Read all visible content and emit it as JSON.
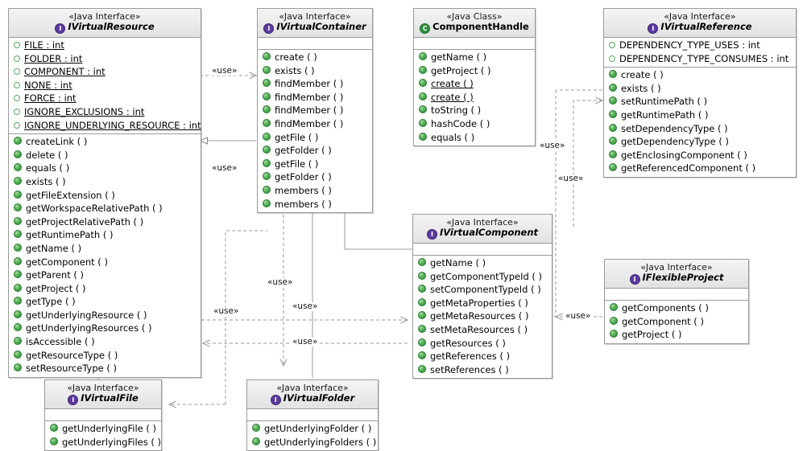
{
  "diagram": {
    "type": "uml-class-diagram",
    "use_label": "«use»",
    "stereotype_interface": "«Java Interface»",
    "stereotype_class": "«Java Class»",
    "icon_interface": "I",
    "icon_class": "C",
    "colors": {
      "background": "#ffffff",
      "header_gradient_top": "#f4f4f4",
      "header_gradient_bottom": "#e2e2e2",
      "border": "#9a9a9a",
      "interface_icon": "#5b3a9e",
      "class_icon": "#2f8f3f",
      "method_dot": "#2e8a3a",
      "field_dot_outline": "#5aa85f",
      "edge": "#8a8a8a"
    }
  },
  "classes": [
    {
      "id": "ivirtualresource",
      "stereotype": "«Java Interface»",
      "name": "IVirtualResource",
      "kind": "interface",
      "fields": [
        {
          "label": "FILE : int",
          "static": true
        },
        {
          "label": "FOLDER : int",
          "static": true
        },
        {
          "label": "COMPONENT : int",
          "static": true
        },
        {
          "label": "NONE : int",
          "static": true
        },
        {
          "label": "FORCE : int",
          "static": true
        },
        {
          "label": "IGNORE_EXCLUSIONS : int",
          "static": true
        },
        {
          "label": "IGNORE_UNDERLYING_RESOURCE : int",
          "static": true
        }
      ],
      "methods": [
        {
          "label": "createLink ( )",
          "static": false
        },
        {
          "label": "delete ( )",
          "static": false
        },
        {
          "label": "equals ( )",
          "static": false
        },
        {
          "label": "exists ( )",
          "static": false
        },
        {
          "label": "getFileExtension ( )",
          "static": false
        },
        {
          "label": "getWorkspaceRelativePath ( )",
          "static": false
        },
        {
          "label": "getProjectRelativePath ( )",
          "static": false
        },
        {
          "label": "getRuntimePath ( )",
          "static": false
        },
        {
          "label": "getName ( )",
          "static": false
        },
        {
          "label": "getComponent ( )",
          "static": false
        },
        {
          "label": "getParent ( )",
          "static": false
        },
        {
          "label": "getProject ( )",
          "static": false
        },
        {
          "label": "getType ( )",
          "static": false
        },
        {
          "label": "getUnderlyingResource ( )",
          "static": false
        },
        {
          "label": "getUnderlyingResources ( )",
          "static": false
        },
        {
          "label": "isAccessible ( )",
          "static": false
        },
        {
          "label": "getResourceType ( )",
          "static": false
        },
        {
          "label": "setResourceType ( )",
          "static": false
        }
      ]
    },
    {
      "id": "ivirtualcontainer",
      "stereotype": "«Java Interface»",
      "name": "IVirtualContainer",
      "kind": "interface",
      "fields": [],
      "methods": [
        {
          "label": "create ( )",
          "static": false
        },
        {
          "label": "exists ( )",
          "static": false
        },
        {
          "label": "findMember ( )",
          "static": false
        },
        {
          "label": "findMember ( )",
          "static": false
        },
        {
          "label": "findMember ( )",
          "static": false
        },
        {
          "label": "findMember ( )",
          "static": false
        },
        {
          "label": "getFile ( )",
          "static": false
        },
        {
          "label": "getFolder ( )",
          "static": false
        },
        {
          "label": "getFile ( )",
          "static": false
        },
        {
          "label": "getFolder ( )",
          "static": false
        },
        {
          "label": "members ( )",
          "static": false
        },
        {
          "label": "members ( )",
          "static": false
        }
      ]
    },
    {
      "id": "componenthandle",
      "stereotype": "«Java Class»",
      "name": "ComponentHandle",
      "kind": "class",
      "fields": [],
      "methods": [
        {
          "label": "getName ( )",
          "static": false
        },
        {
          "label": "getProject ( )",
          "static": false
        },
        {
          "label": "create ( )",
          "static": true
        },
        {
          "label": "create ( )",
          "static": true
        },
        {
          "label": "toString ( )",
          "static": false
        },
        {
          "label": "hashCode ( )",
          "static": false
        },
        {
          "label": "equals ( )",
          "static": false
        }
      ]
    },
    {
      "id": "ivirtualreference",
      "stereotype": "«Java Interface»",
      "name": "IVirtualReference",
      "kind": "interface",
      "fields": [
        {
          "label": "DEPENDENCY_TYPE_USES : int",
          "static": false
        },
        {
          "label": "DEPENDENCY_TYPE_CONSUMES : int",
          "static": false
        }
      ],
      "methods": [
        {
          "label": "create ( )",
          "static": false
        },
        {
          "label": "exists ( )",
          "static": false
        },
        {
          "label": "setRuntimePath ( )",
          "static": false
        },
        {
          "label": "getRuntimePath ( )",
          "static": false
        },
        {
          "label": "setDependencyType ( )",
          "static": false
        },
        {
          "label": "getDependencyType ( )",
          "static": false
        },
        {
          "label": "getEnclosingComponent ( )",
          "static": false
        },
        {
          "label": "getReferencedComponent ( )",
          "static": false
        }
      ]
    },
    {
      "id": "ivirtualcomponent",
      "stereotype": "«Java Interface»",
      "name": "IVirtualComponent",
      "kind": "interface",
      "fields": [],
      "methods": [
        {
          "label": "getName ( )",
          "static": false
        },
        {
          "label": "getComponentTypeId ( )",
          "static": false
        },
        {
          "label": "setComponentTypeId ( )",
          "static": false
        },
        {
          "label": "getMetaProperties ( )",
          "static": false
        },
        {
          "label": "getMetaResources ( )",
          "static": false
        },
        {
          "label": "setMetaResources ( )",
          "static": false
        },
        {
          "label": "getResources ( )",
          "static": false
        },
        {
          "label": "getReferences ( )",
          "static": false
        },
        {
          "label": "setReferences ( )",
          "static": false
        }
      ]
    },
    {
      "id": "iflexibleproject",
      "stereotype": "«Java Interface»",
      "name": "IFlexibleProject",
      "kind": "interface",
      "fields": [],
      "methods": [
        {
          "label": "getComponents ( )",
          "static": false
        },
        {
          "label": "getComponent ( )",
          "static": false
        },
        {
          "label": "getProject ( )",
          "static": false
        }
      ]
    },
    {
      "id": "ivirtualfile",
      "stereotype": "«Java Interface»",
      "name": "IVirtualFile",
      "kind": "interface",
      "fields": [],
      "methods": [
        {
          "label": "getUnderlyingFile ( )",
          "static": false
        },
        {
          "label": "getUnderlyingFiles ( )",
          "static": false
        }
      ]
    },
    {
      "id": "ivirtualfolder",
      "stereotype": "«Java Interface»",
      "name": "IVirtualFolder",
      "kind": "interface",
      "fields": [],
      "methods": [
        {
          "label": "getUnderlyingFolder ( )",
          "static": false
        },
        {
          "label": "getUnderlyingFolders ( )",
          "static": false
        }
      ]
    }
  ],
  "edge_labels": [
    {
      "id": "use-res-container-top",
      "text": "«use»"
    },
    {
      "id": "use-res-container-bottom",
      "text": "«use»"
    },
    {
      "id": "use-comp-ref-left",
      "text": "«use»"
    },
    {
      "id": "use-comp-ref-right",
      "text": "«use»"
    },
    {
      "id": "use-container-folder",
      "text": "«use»"
    },
    {
      "id": "use-res-component-out",
      "text": "«use»"
    },
    {
      "id": "use-component-res-back",
      "text": "«use»"
    },
    {
      "id": "use-middle-vertical",
      "text": "«use»"
    },
    {
      "id": "use-flexproject-component",
      "text": "«use»"
    }
  ]
}
